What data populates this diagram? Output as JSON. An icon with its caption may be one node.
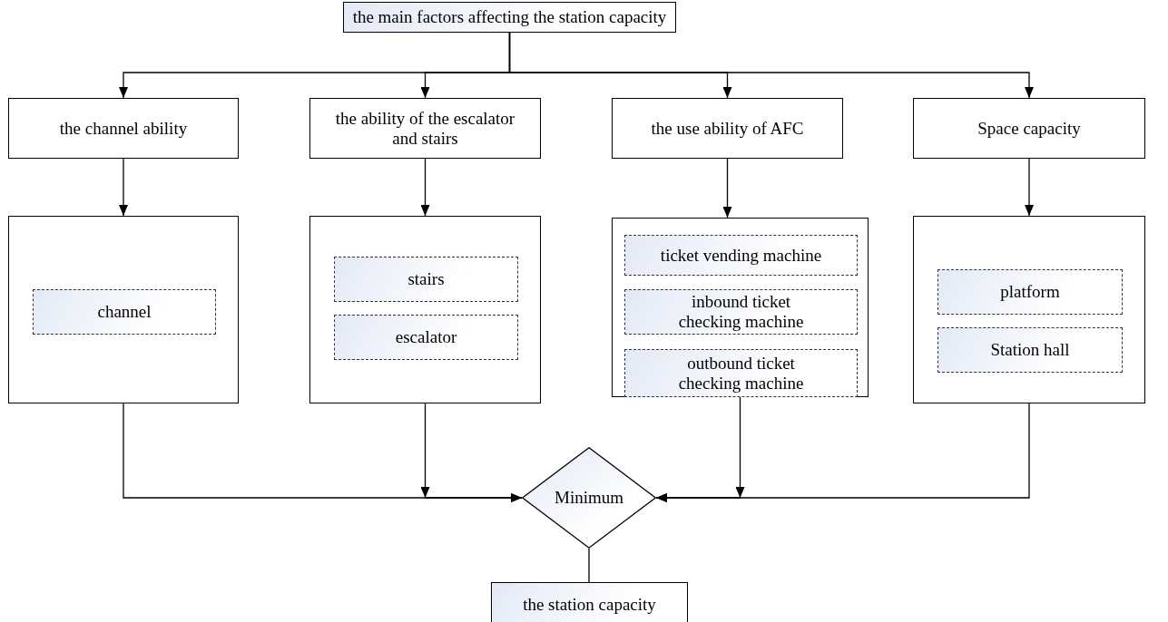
{
  "diagram": {
    "nodes": [
      {
        "text": [
          "the main factors affecting the station capacity"
        ]
      },
      {
        "text": [
          "the channel ability"
        ]
      },
      {
        "text": [
          "the ability of the escalator and stairs"
        ]
      },
      {
        "text": [
          "the use ability of AFC"
        ]
      },
      {
        "text": [
          "Space capacity"
        ]
      },
      {
        "text": [],
        "shape": "box"
      },
      {
        "text": [
          "channel"
        ],
        "in": 5
      },
      {
        "text": [],
        "shape": "box"
      },
      {
        "text": [
          "stairs"
        ],
        "in": 7
      },
      {
        "text": [
          "escalator"
        ],
        "in": 7
      },
      {
        "text": [],
        "shape": "box"
      },
      {
        "text": [
          "ticket vending machine"
        ],
        "in": 10
      },
      {
        "text": [
          "inbound ticket checking machine"
        ],
        "in": 10
      },
      {
        "text": [
          "outbound ticket checking machine"
        ],
        "in": 10
      },
      {
        "text": [],
        "shape": "box"
      },
      {
        "text": [
          "platform"
        ],
        "in": 14
      },
      {
        "text": [
          "Station hall"
        ],
        "in": 14
      },
      {
        "text": [
          "Minimum"
        ]
      },
      {
        "text": [
          "the station capacity"
        ]
      }
    ],
    "edges": [
      {
        "from": 0,
        "to": 1,
        "arrow": "to"
      },
      {
        "from": 0,
        "to": 2,
        "arrow": "to"
      },
      {
        "from": 0,
        "to": 3,
        "arrow": "to"
      },
      {
        "from": 0,
        "to": 4,
        "arrow": "to"
      },
      {
        "from": 1,
        "to": 5,
        "arrow": "to"
      },
      {
        "from": 2,
        "to": 7,
        "arrow": "to"
      },
      {
        "from": 3,
        "to": 10,
        "arrow": "to"
      },
      {
        "from": 4,
        "to": 14,
        "arrow": "to"
      },
      {
        "from": 5,
        "to": 17,
        "arrow": "to"
      },
      {
        "from": 7,
        "to": 17,
        "arrow": "to"
      },
      {
        "from": 10,
        "to": 17,
        "arrow": "to"
      },
      {
        "from": 14,
        "to": 17,
        "arrow": "to"
      },
      {
        "from": 17,
        "to": 18,
        "arrow": "none"
      }
    ]
  }
}
